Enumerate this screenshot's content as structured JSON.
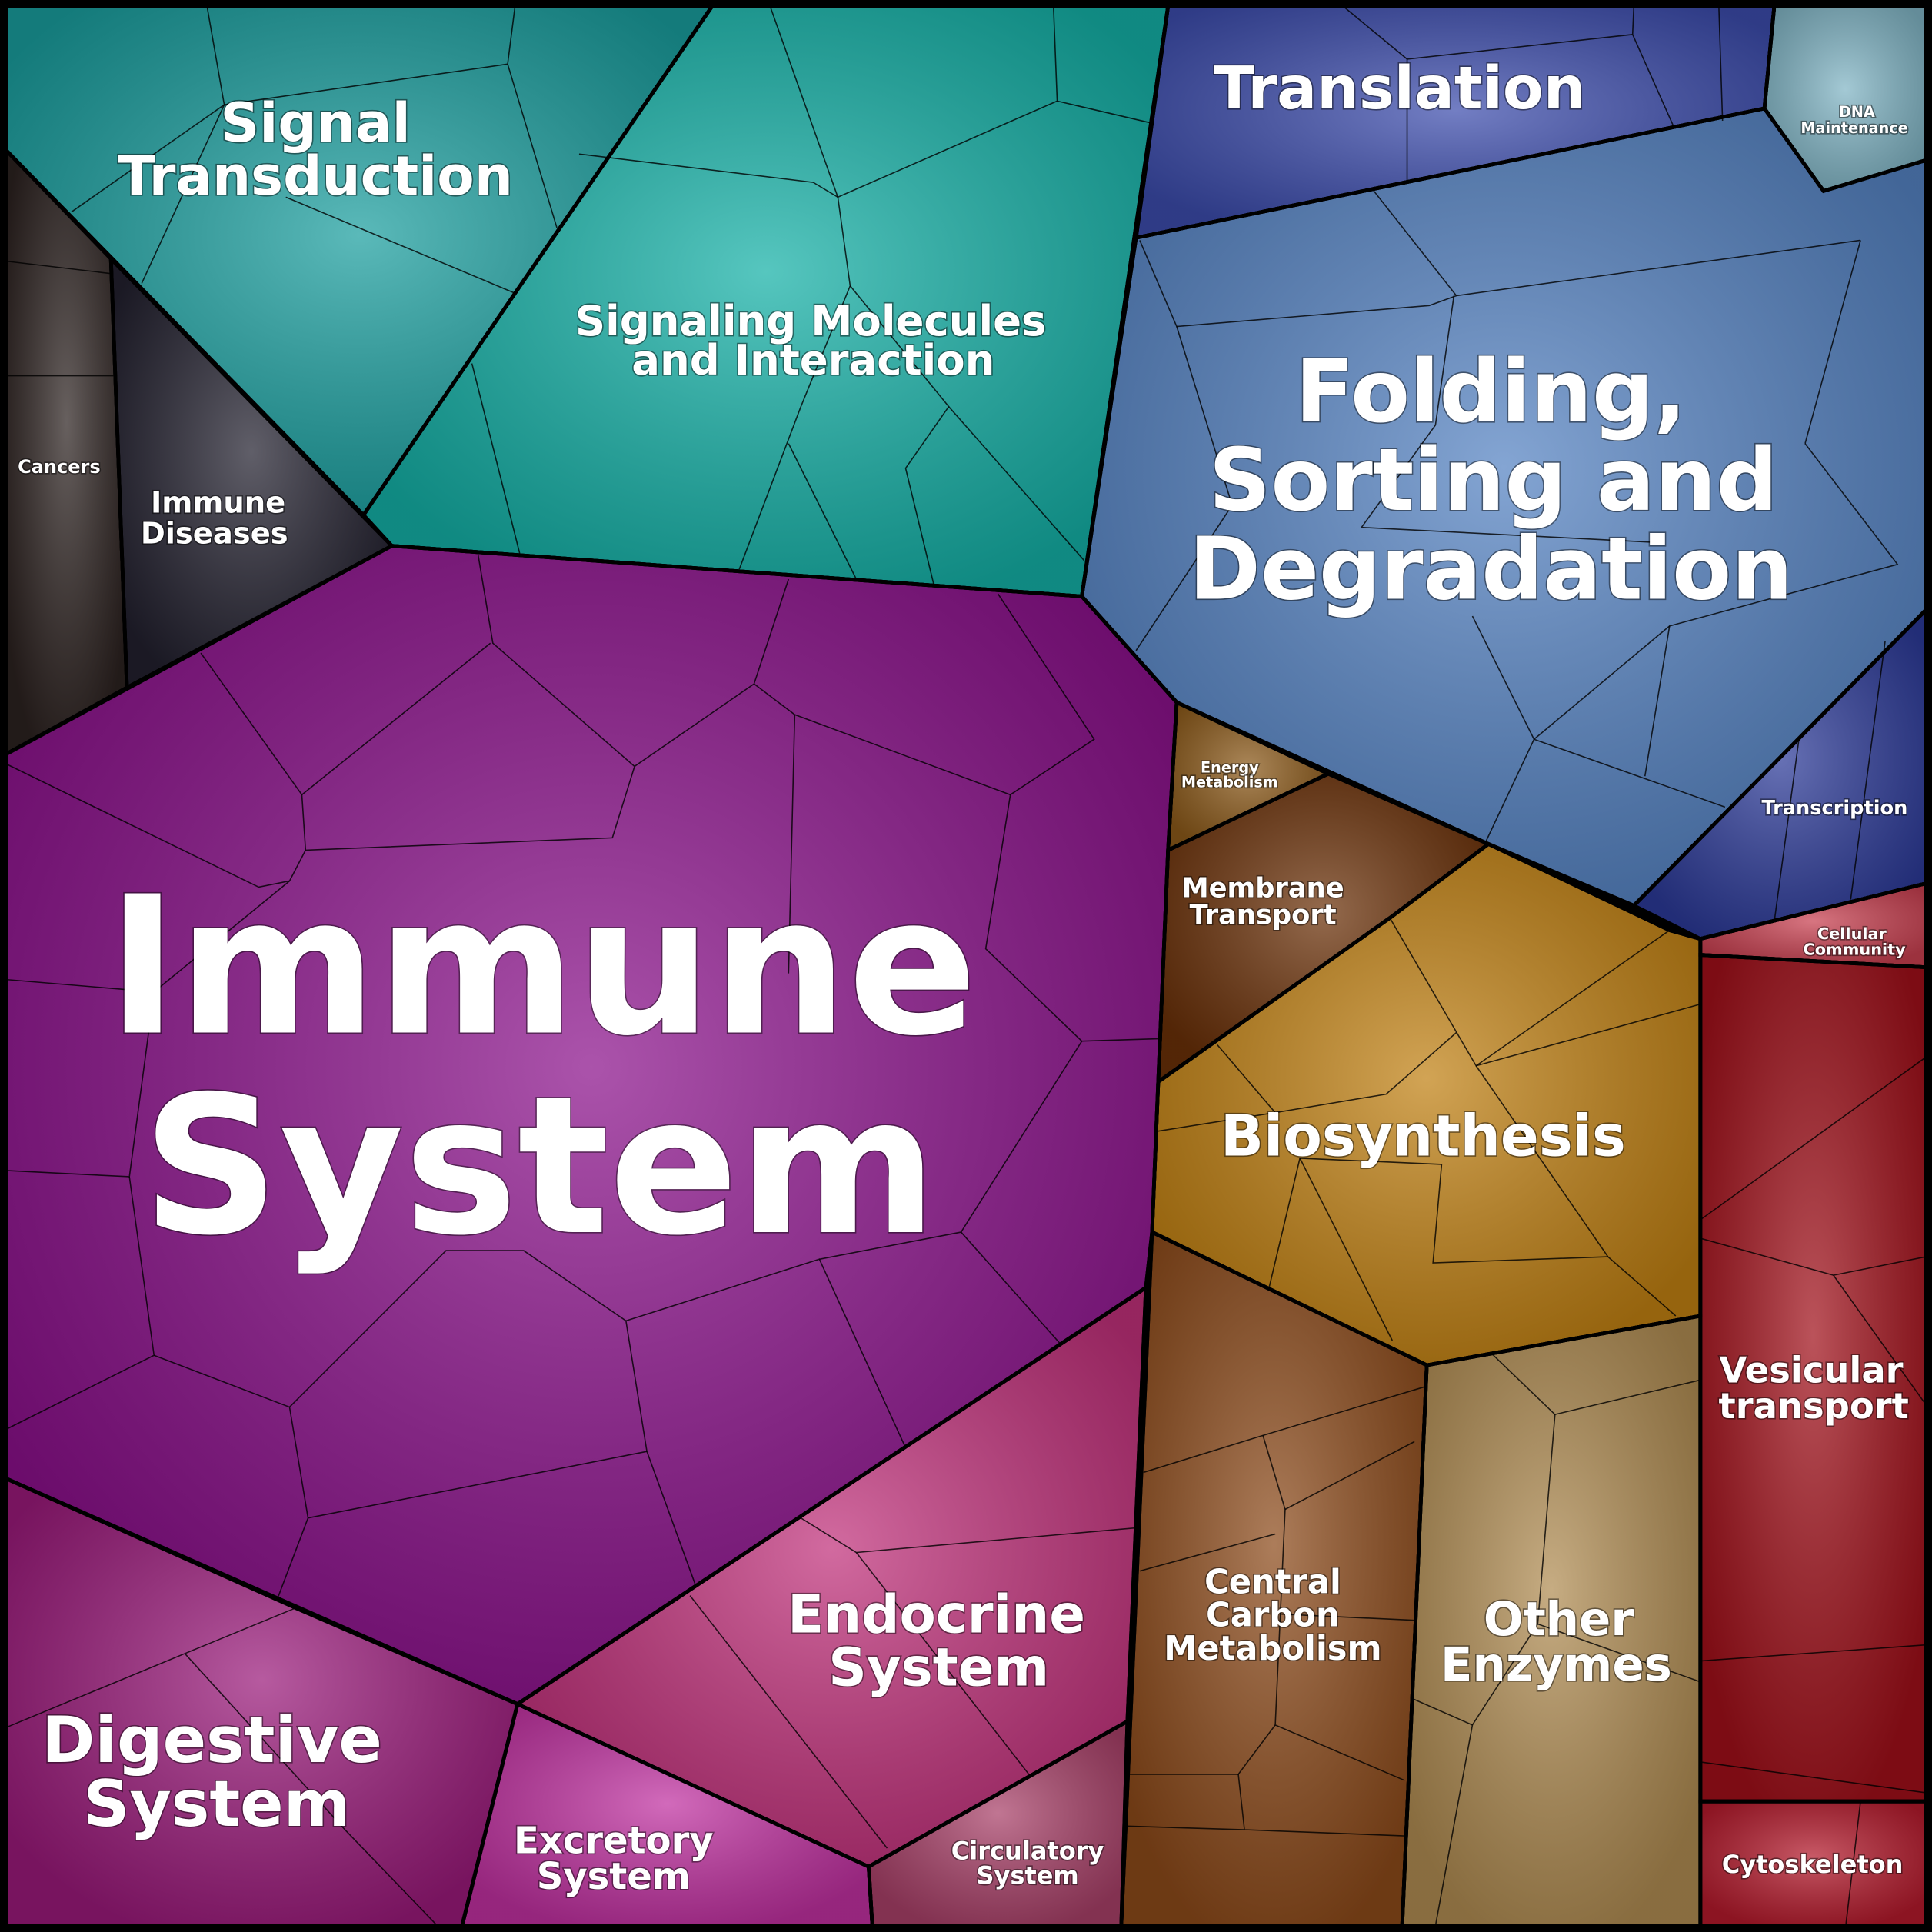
{
  "regions": {
    "signal_transduction": {
      "lines": [
        "Signal",
        "Transduction"
      ],
      "color": "#1a9e9e"
    },
    "signaling_molecules": {
      "lines": [
        "Signaling Molecules",
        "and Interaction"
      ],
      "color": "#14b0a6"
    },
    "cancers": {
      "lines": [
        "Cancers"
      ],
      "color": "#2c2220"
    },
    "immune_diseases": {
      "lines": [
        "Immune",
        "Diseases"
      ],
      "color": "#22202e"
    },
    "translation": {
      "lines": [
        "Translation"
      ],
      "color": "#3c4cac"
    },
    "dna_maintenance": {
      "lines": [
        "DNA",
        "Maintenance"
      ],
      "color": "#80b4c4"
    },
    "folding": {
      "lines": [
        "Folding,",
        "Sorting and",
        "Degradation"
      ],
      "color": "#5482c2"
    },
    "transcription": {
      "lines": [
        "Transcription"
      ],
      "color": "#2c3a98"
    },
    "cellular_community": {
      "lines": [
        "Cellular",
        "Community"
      ],
      "color": "#c84050"
    },
    "vesicular_transport": {
      "lines": [
        "Vesicular",
        "transport"
      ],
      "color": "#a0101a"
    },
    "cytoskeleton": {
      "lines": [
        "Cytoskeleton"
      ],
      "color": "#b41a2c"
    },
    "energy_metabolism": {
      "lines": [
        "Energy",
        "Metabolism"
      ],
      "color": "#8c5a1a"
    },
    "membrane_transport": {
      "lines": [
        "Membrane",
        "Transport"
      ],
      "color": "#6a3008"
    },
    "biosynthesis": {
      "lines": [
        "Biosynthesis"
      ],
      "color": "#c08012"
    },
    "central_carbon": {
      "lines": [
        "Central",
        "Carbon",
        "Metabolism"
      ],
      "color": "#8c4a1a"
    },
    "other_enzymes": {
      "lines": [
        "Other",
        "Enzymes"
      ],
      "color": "#b08c52"
    },
    "immune_system": {
      "lines": [
        "Immune",
        "System"
      ],
      "color": "#8a108a"
    },
    "digestive_system": {
      "lines": [
        "Digestive",
        "System"
      ],
      "color": "#9a1a7a"
    },
    "excretory_system": {
      "lines": [
        "Excretory",
        "System"
      ],
      "color": "#c030a0"
    },
    "endocrine_system": {
      "lines": [
        "Endocrine",
        "System"
      ],
      "color": "#c0307a"
    },
    "circulatory_system": {
      "lines": [
        "Circulatory",
        "System"
      ],
      "color": "#a84068"
    }
  }
}
